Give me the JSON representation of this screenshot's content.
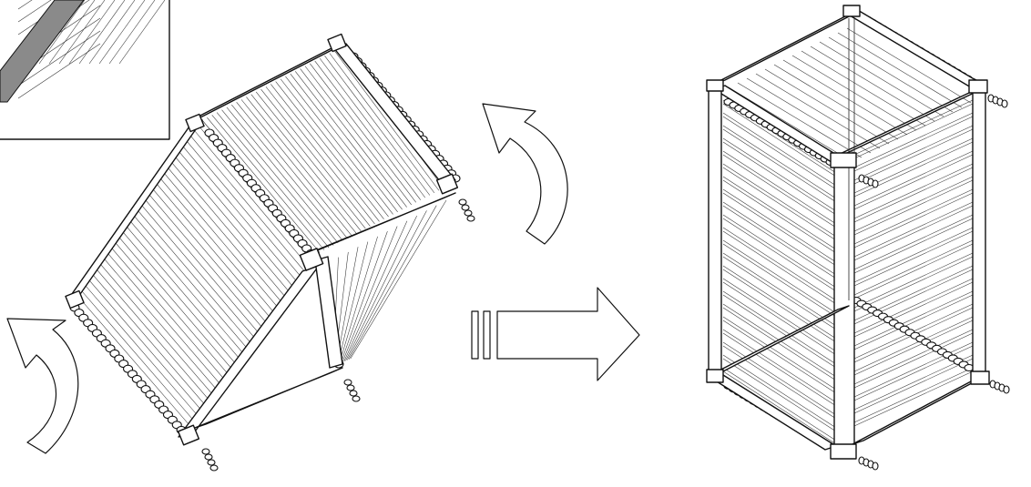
{
  "figure": {
    "background": "#ffffff",
    "ink": "#111111",
    "inset_fill": "#8a8a8a",
    "panels": [
      {
        "name": "inset-detail",
        "description_shown": false
      },
      {
        "name": "rack-tilted"
      },
      {
        "name": "rack-upright"
      }
    ],
    "arrows": [
      {
        "name": "rotate-arrow-left",
        "icon": "curved-arrow-ccw"
      },
      {
        "name": "rotate-arrow-top",
        "icon": "curved-arrow-ccw"
      },
      {
        "name": "transition-arrow",
        "icon": "hollow-right-arrow"
      }
    ]
  }
}
